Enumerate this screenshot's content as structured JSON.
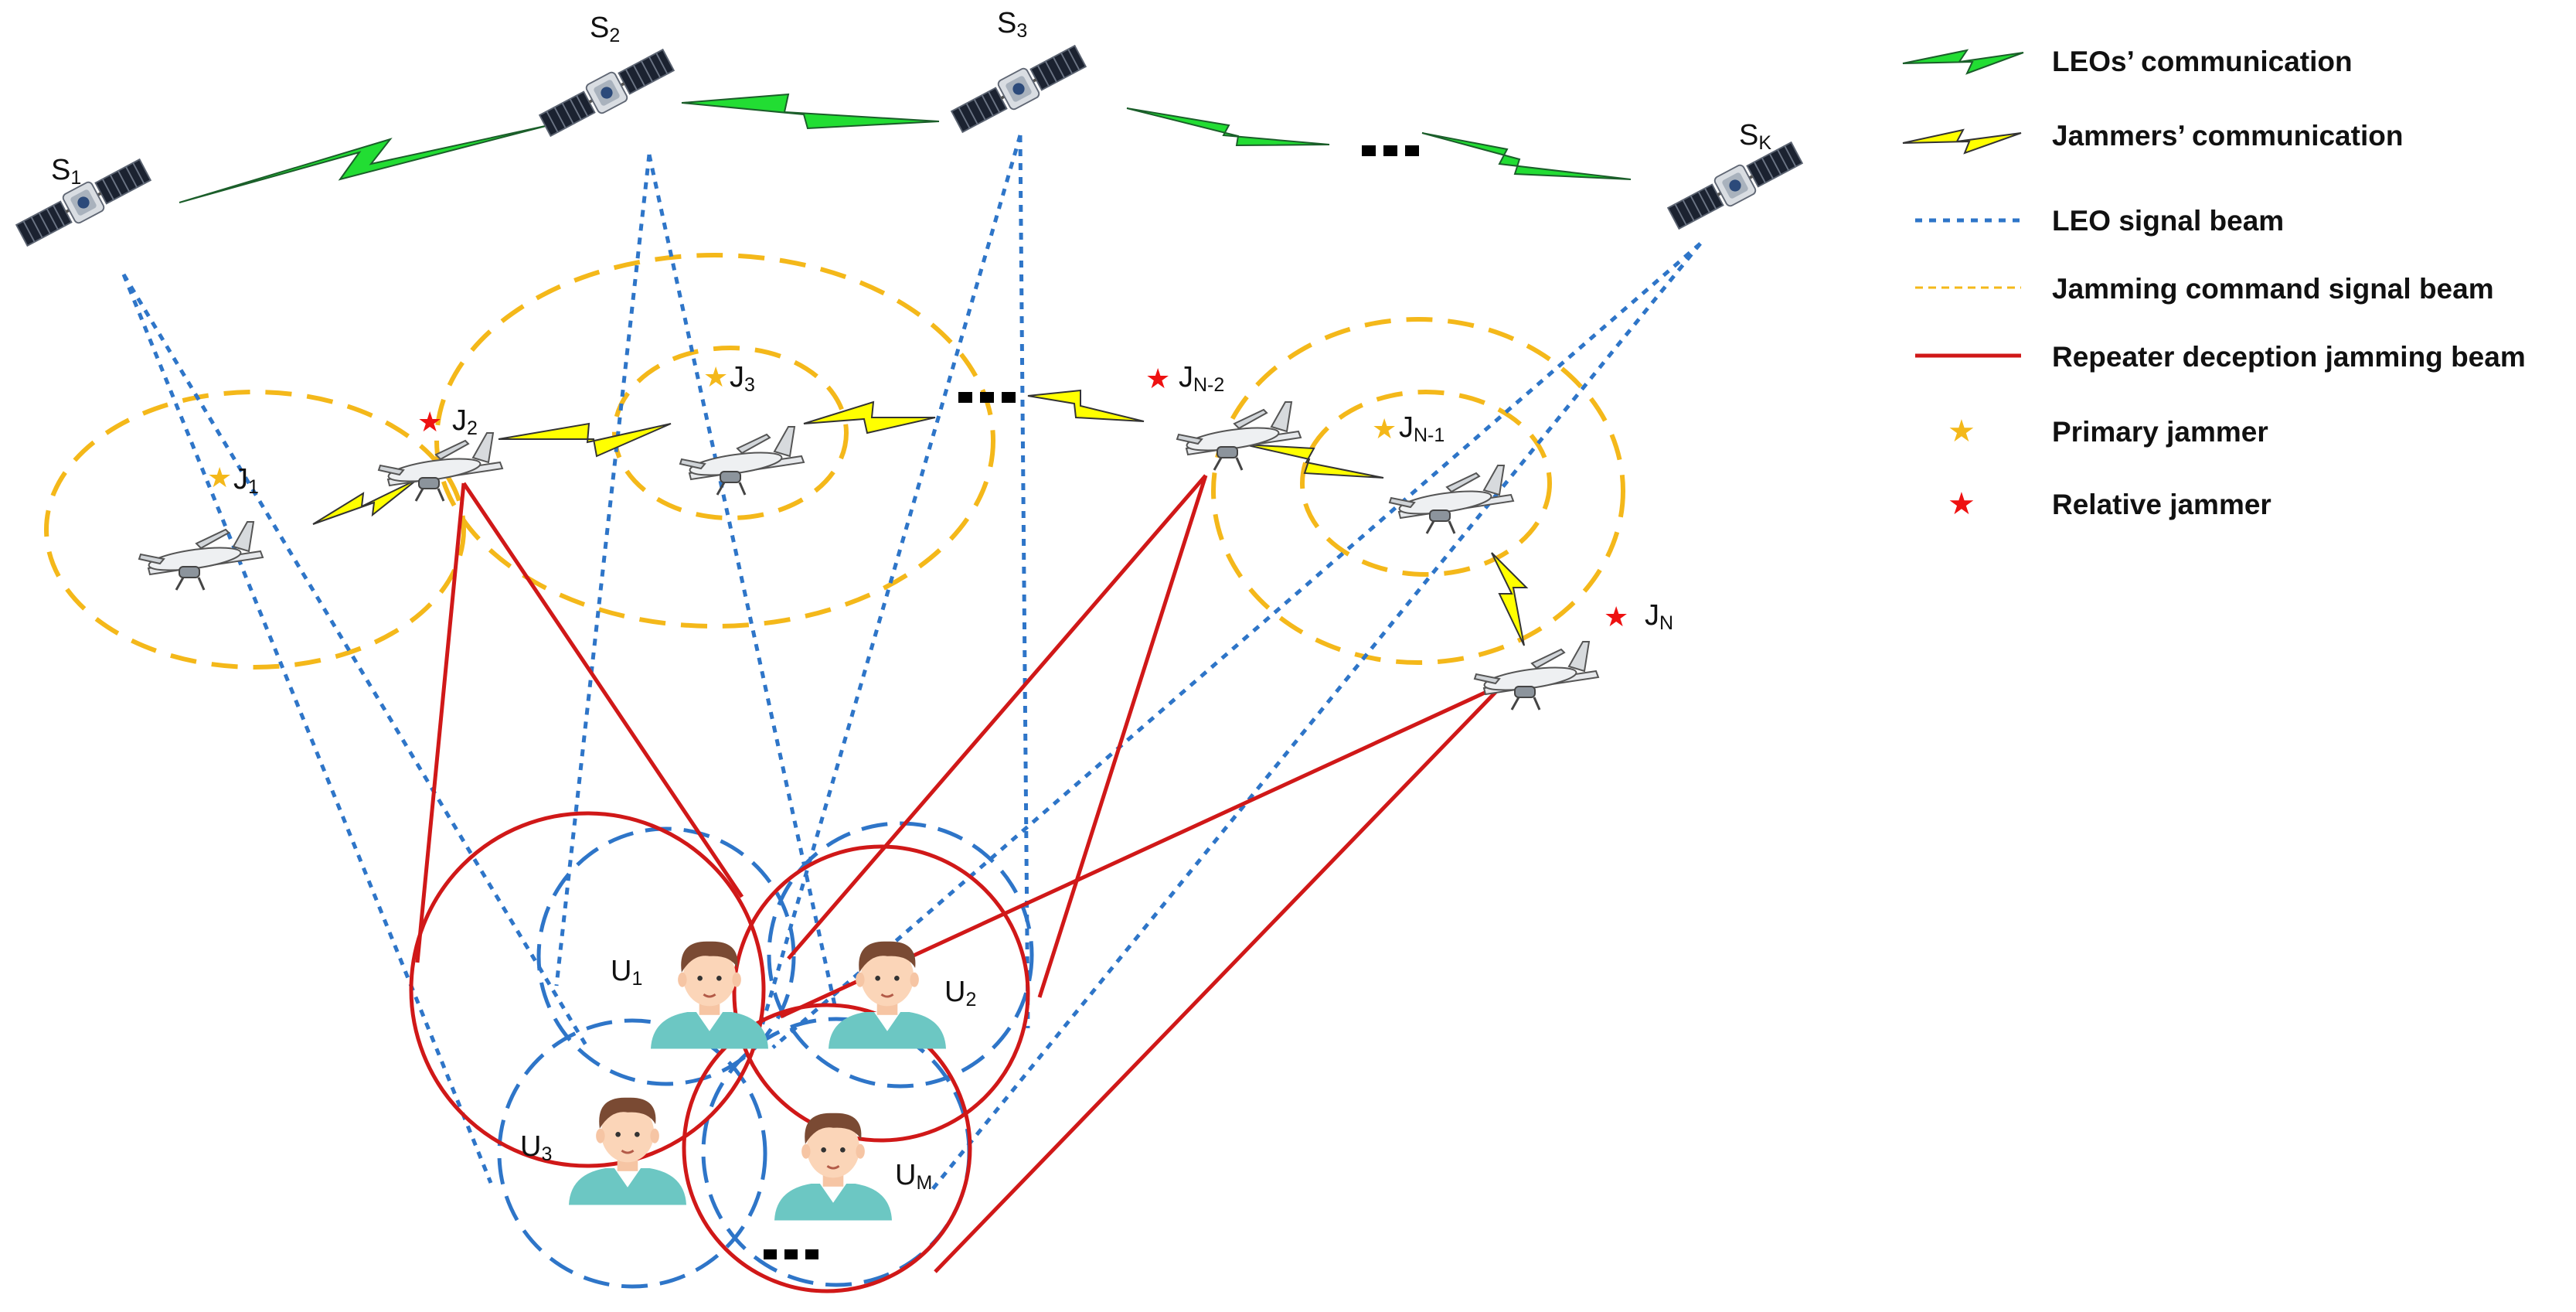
{
  "satellites": [
    {
      "name": "S",
      "sub": "1"
    },
    {
      "name": "S",
      "sub": "2"
    },
    {
      "name": "S",
      "sub": "3"
    },
    {
      "name": "S",
      "sub": "K"
    }
  ],
  "jammers": [
    {
      "name": "J",
      "sub": "1",
      "role": "primary"
    },
    {
      "name": "J",
      "sub": "2",
      "role": "relative"
    },
    {
      "name": "J",
      "sub": "3",
      "role": "primary"
    },
    {
      "name": "J",
      "sub": "N-2",
      "role": "relative"
    },
    {
      "name": "J",
      "sub": "N-1",
      "role": "primary"
    },
    {
      "name": "J",
      "sub": "N",
      "role": "relative"
    }
  ],
  "users": [
    {
      "name": "U",
      "sub": "1"
    },
    {
      "name": "U",
      "sub": "2"
    },
    {
      "name": "U",
      "sub": "3"
    },
    {
      "name": "U",
      "sub": "M"
    }
  ],
  "legend": {
    "leo_comm": "LEOs’ communication",
    "jammer_comm": "Jammers’ communication",
    "leo_beam": "LEO signal beam",
    "command_beam": "Jamming command signal beam",
    "repeater_beam": "Repeater deception jamming beam",
    "primary": "Primary jammer",
    "relative": "Relative jammer"
  },
  "colors": {
    "leo_comm": "#22dd33",
    "jammer_comm": "#ffff00",
    "leo_beam": "#2e75c8",
    "command_beam": "#f4b81a",
    "repeater_beam": "#d01818",
    "primary_star": "#f4b81a",
    "relative_star": "#ee1111"
  },
  "icons": {
    "satellite": "satellite-icon",
    "drone": "uav-icon",
    "user": "user-avatar-icon",
    "ellipsis": "ellipsis-icon"
  }
}
